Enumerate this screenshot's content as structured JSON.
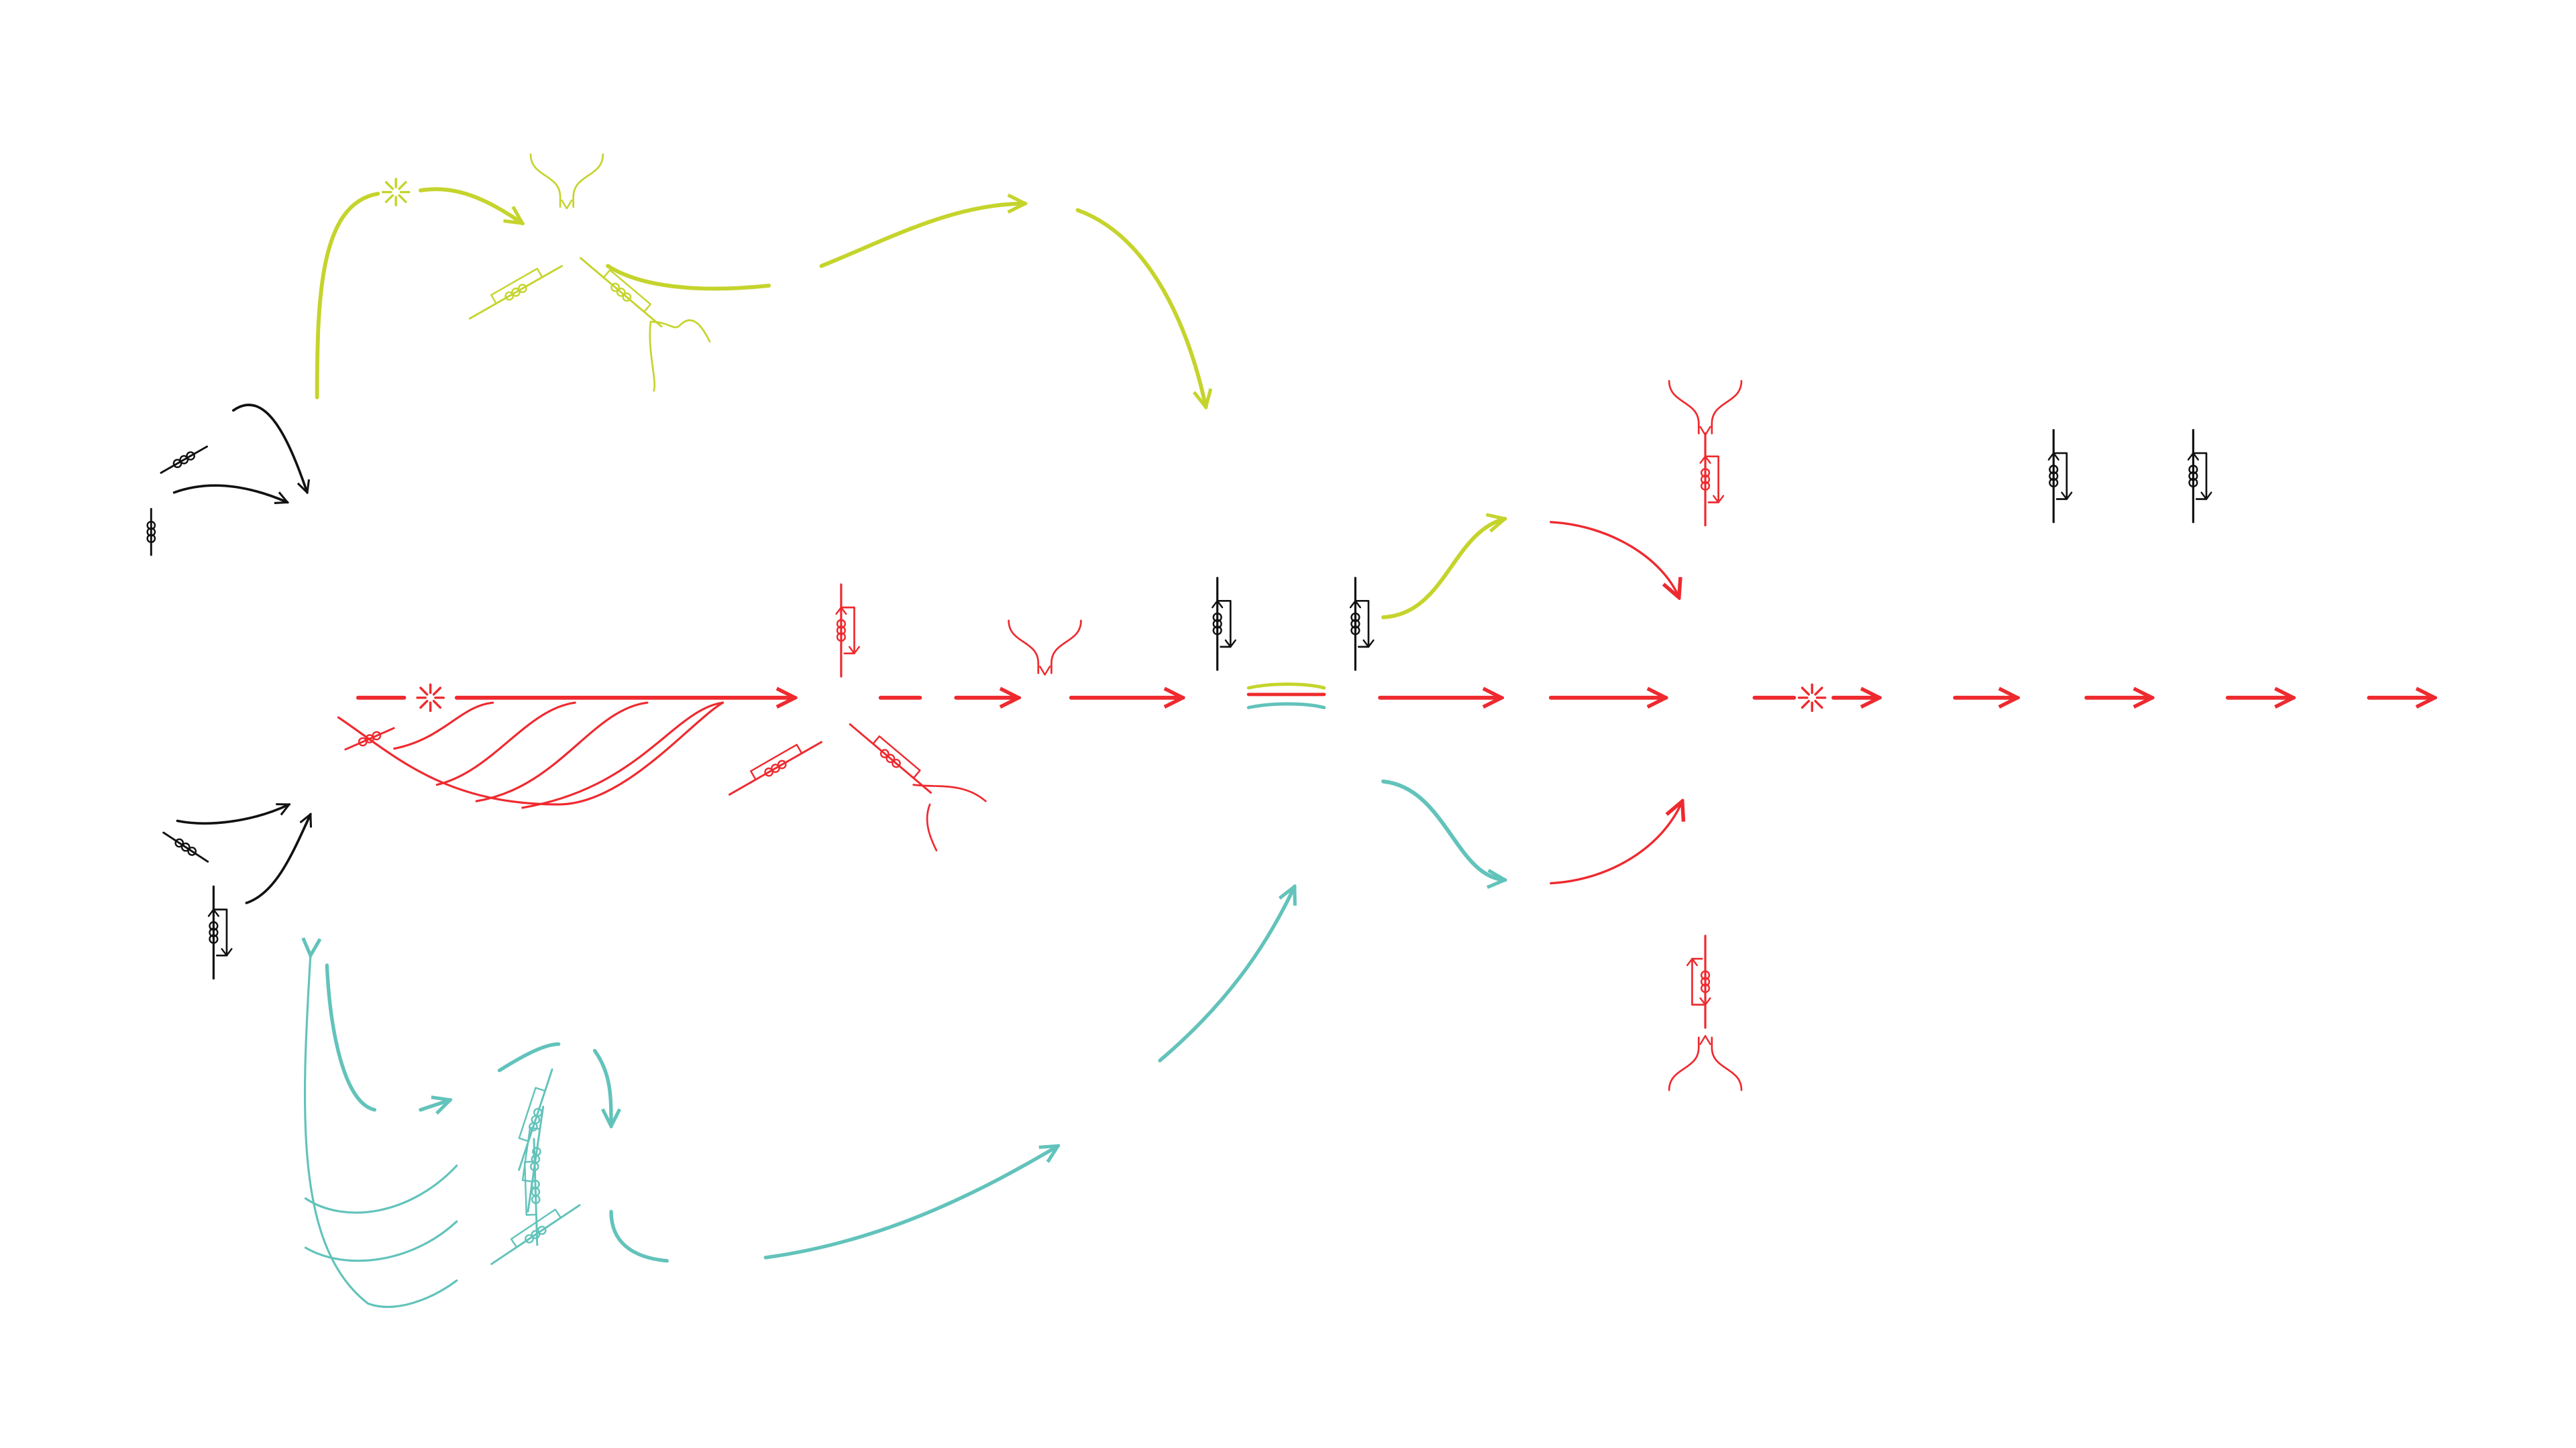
{
  "colors": {
    "background": "#ffffff",
    "black": "#111111",
    "red": "#ee2a2f",
    "lime": "#c5d42c",
    "teal": "#62c3bb"
  },
  "diagram": {
    "labels": [],
    "branches": [
      {
        "name": "main",
        "color": "red",
        "segments_to_right": 9
      },
      {
        "name": "upper",
        "color": "lime"
      },
      {
        "name": "lower",
        "color": "teal"
      }
    ],
    "icons": [
      "starburst-icon",
      "coil-icon",
      "bracket-icon",
      "loop-icon",
      "split-icon"
    ]
  }
}
